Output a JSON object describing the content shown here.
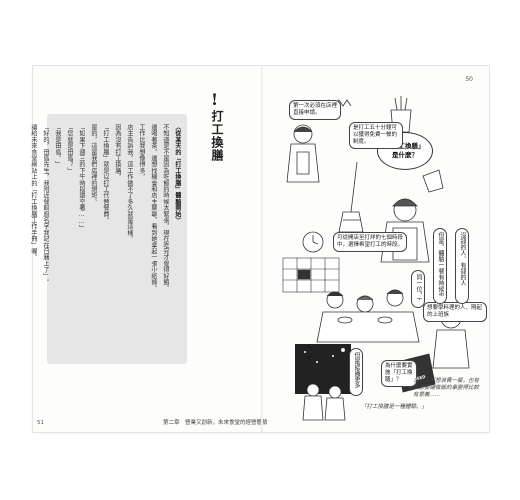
{
  "left_page": {
    "chapter_mark": "!",
    "title": "打工換膳",
    "lead": "〈從某天的「打工換膳」體驗開始〉",
    "body_lines": [
      "不知道是不是因為吃飯的時候太緊張，現在吃完才覺得好餓。",
      "邊喝著茶，邊想找機會和店主聊聊，看到她拿起一張小紙條。",
      "工作比我想像得多，",
      "店主告訴我，這工作做不了多久就是這樣，",
      "因為沒有打工換膳，",
      "「打工換膳」就是以打工代替餐費。",
      "是的，這是我們店裡的規矩。",
      "「如果下週三的下午時段還空著……」",
      "「您就是田島？」",
      "「我是田島。」",
      "「好的，田島先生，我附近餐館廚名字我記在日曆上了」。",
      "讓給未來食堂網站上的「打工換膳工作手冊」喔。"
    ],
    "page_number": "51",
    "footer": "第二章　營業又創新，未來食堂的經營體驗"
  },
  "right_page": {
    "page_number": "50",
    "title_bubble": [
      "「打工換膳」",
      "是什麼？"
    ],
    "bubbles": [
      {
        "text": "第一次必須在店裡直接申請。"
      },
      {
        "text": "是打工五十分鐘可以獲得免費一餐的制度。"
      },
      {
        "text": "可從開店至打烊的七個時段中，選擇希望打工的時段。"
      },
      {
        "text": "為什麼要實施「打工換膳」？"
      },
      {
        "text": "想要學料理的人、剛起的上班族"
      }
    ],
    "vertical_bubbles": [
      "沒錢的人、有錢的人",
      "但是，體驗一餐有時候也需要，",
      "同一位，不管是什麼人，都能吃一頓。",
      "但是認識更多人"
    ],
    "handwriting": [
      "有些人不想浪費一餐，也有人想要讓做飯的事變得比較有意義……",
      "「打工換膳是一種體驗。」"
    ],
    "sign": "CLOSED"
  }
}
